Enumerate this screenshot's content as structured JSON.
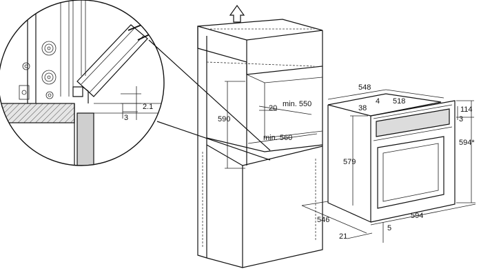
{
  "labels": {
    "detail_gap_top": "2.1",
    "detail_gap_bottom": "3",
    "niche_height": "590",
    "niche_offset": "20",
    "niche_depth": "min. 550",
    "niche_width": "min. 560",
    "oven_depth_total": "548",
    "oven_body_depth": "518",
    "front_offset_a": "4",
    "front_offset_b": "38",
    "panel_height": "114",
    "panel_gap": "3",
    "oven_height": "579",
    "overall_height": "594*",
    "front_width": "594",
    "body_width": "546",
    "door_thickness": "21",
    "door_gap": "5"
  },
  "colors": {
    "line": "#111111",
    "hatch_fill": "#cfcfcf",
    "panel_fill": "#dcdcdc",
    "background": "#ffffff"
  },
  "icons": {
    "up_arrow": "arrow-up-icon",
    "magnifier": "detail-circle"
  }
}
